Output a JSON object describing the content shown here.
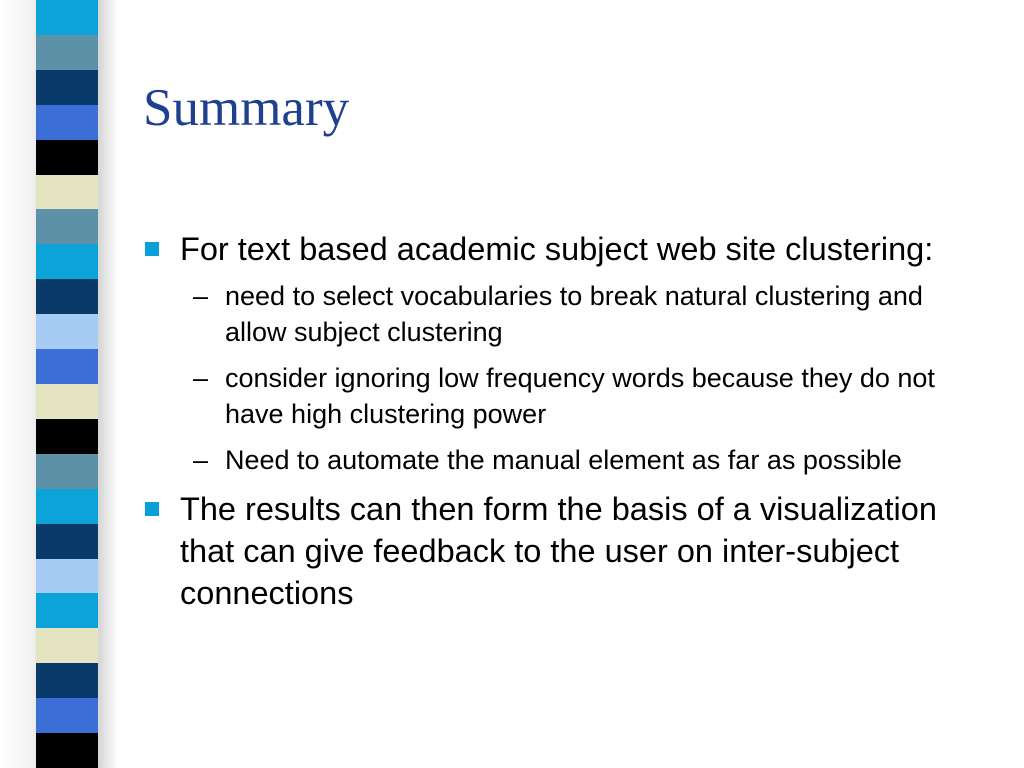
{
  "slide": {
    "title": "Summary",
    "accent_color": "#1f3f8f",
    "bullet_color": "#0a9fd8",
    "bullet_icon": "square-bullet-icon",
    "sub_bullet_marker": "–",
    "bullets": [
      {
        "text": "For text based academic subject web site clustering:",
        "sub": [
          "need to select vocabularies to break natural clustering and allow subject clustering",
          "consider ignoring low frequency words because they do not have high clustering power",
          "Need to automate the manual element as far as possible"
        ]
      },
      {
        "text": "The results can then form the basis of a visualization that can give feedback to the user on inter-subject connections",
        "sub": []
      }
    ]
  },
  "decoration": {
    "stripe_colors": [
      "#0ba3d8",
      "#5d91a8",
      "#0a3a6a",
      "#3c6ed8",
      "#000000",
      "#e4e4c0",
      "#5d91a8",
      "#0ba3d8",
      "#0a3a6a",
      "#a6ccf5",
      "#3c6ed8",
      "#e4e4c0",
      "#000000",
      "#5d91a8",
      "#0ba3d8",
      "#0a3a6a",
      "#a6ccf5",
      "#0ba3d8",
      "#e4e4c0",
      "#0a3a6a",
      "#3c6ed8",
      "#000000"
    ]
  }
}
